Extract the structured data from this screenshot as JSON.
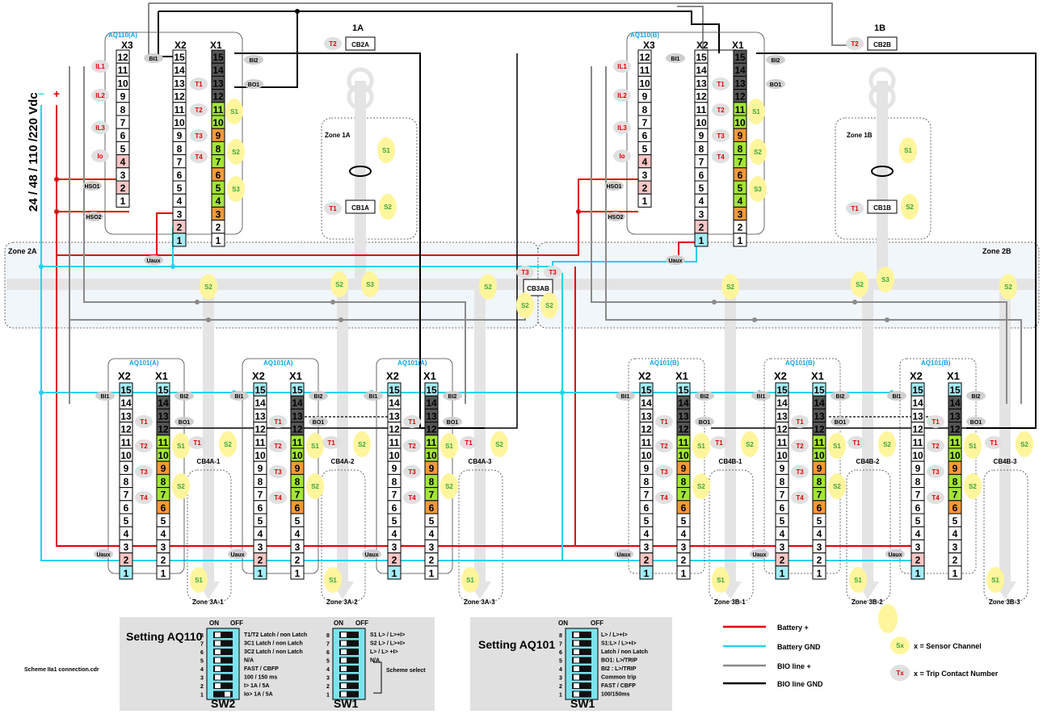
{
  "supply_label": "24 / 48 / 110 /220 Vdc",
  "supply_minus": "–",
  "supply_plus": "+",
  "scheme_filename": "Scheme IIa1 connection.cdr",
  "aq110": [
    {
      "title": "AQ110(A)",
      "breaker_top": "1A",
      "cb_top": "CB2A",
      "cb_mid": "CB1A",
      "zone": "Zone 1A"
    },
    {
      "title": "AQ110(B)",
      "breaker_top": "1B",
      "cb_top": "CB2B",
      "cb_mid": "CB1B",
      "zone": "Zone 1B"
    }
  ],
  "aq110_labels": {
    "x3": "X3",
    "x2": "X2",
    "x1": "X1",
    "il1": "IL1",
    "il2": "IL2",
    "il3": "IL3",
    "io": "Io",
    "hso1": "HSO1",
    "hso2": "HSO2",
    "bi1": "BI1",
    "bi2": "BI2",
    "bo1": "BO1",
    "t1": "T1",
    "t2": "T2",
    "t3": "T3",
    "t4": "T4",
    "s1": "S1",
    "s2": "S2",
    "s3": "S3",
    "uaux": "Uaux"
  },
  "zones": {
    "z2a": "Zone 2A",
    "z2b": "Zone 2B",
    "cb3": "CB3AB",
    "t3": "T3",
    "s2": "S2",
    "s3": "S3"
  },
  "aq101": [
    {
      "title": "AQ101(A)",
      "cb": "CB4A-1",
      "zone": "Zone 3A-1"
    },
    {
      "title": "AQ101(A)",
      "cb": "CB4A-2",
      "zone": "Zone 3A-2"
    },
    {
      "title": "AQ101(A)",
      "cb": "CB4A-3",
      "zone": "Zone 3A-3"
    },
    {
      "title": "AQ101(B)",
      "cb": "CB4B-1",
      "zone": "Zone 3B-1"
    },
    {
      "title": "AQ101(B)",
      "cb": "CB4B-2",
      "zone": "Zone 3B-2"
    },
    {
      "title": "AQ101(B)",
      "cb": "CB4B-3",
      "zone": "Zone 3B-3"
    }
  ],
  "terminal_numbers": [
    "15",
    "14",
    "13",
    "12",
    "11",
    "10",
    "9",
    "8",
    "7",
    "6",
    "5",
    "4",
    "3",
    "2",
    "1"
  ],
  "x3_numbers": [
    "12",
    "11",
    "10",
    "9",
    "8",
    "7",
    "6",
    "5",
    "4",
    "3",
    "2",
    "1"
  ],
  "settings_aq110": {
    "title": "Setting AQ110",
    "on": "ON",
    "off": "OFF",
    "sw2_label": "SW2",
    "sw1_label": "SW1",
    "sw2_items": [
      "T1/T2  Latch / non Latch",
      "3C1  Latch / non Latch",
      "3C2  Latch / non Latch",
      "N/A",
      "FAST / CBFP",
      "100 / 150 ms",
      "I>  1A / 5A",
      "Io>  1A / 5A"
    ],
    "sw1_items": [
      "S1  L> / L>+I>",
      "S2  L> / L>+I>",
      "L> / L> +I>",
      "N/A"
    ],
    "scheme_select": "Scheme select",
    "numbers": [
      "8",
      "7",
      "6",
      "5",
      "4",
      "3",
      "2",
      "1"
    ]
  },
  "settings_aq101": {
    "title": "Setting AQ101",
    "on": "ON",
    "off": "OFF",
    "sw_label": "SW1",
    "items": [
      "L> / L>+I>",
      "S1:L> / L>+I>",
      "Latch / non Latch",
      "BO1:  L>/TRIP",
      "BI2  :  L>/TRIP",
      "Common trip",
      "FAST / CBFP",
      "100/150ms"
    ],
    "numbers": [
      "8",
      "7",
      "6",
      "5",
      "4",
      "3",
      "2",
      "1"
    ]
  },
  "legend": {
    "battery_plus": "Battery +",
    "battery_gnd": "Battery GND",
    "bio_plus": "BIO line +",
    "bio_gnd": "BIO line GND",
    "sx": "Sx",
    "sensor": "x = Sensor Channel",
    "tx": "Tx",
    "trip": "x = Trip Contact Number"
  },
  "colors": {
    "battery_plus": "#e00000",
    "battery_gnd": "#22d3ee",
    "bio_plus": "#8a8a8a",
    "bio_gnd": "#000000",
    "title_cyan": "#0ea5e9",
    "terminal_green": "#a3e635",
    "terminal_orange": "#f29a3a",
    "terminal_dark": "#555555",
    "terminal_pink": "#f7c6c6",
    "terminal_cyan": "#a5eef7",
    "sensor_yellow": "#fff59d",
    "zone_gray": "#e4e4e4"
  }
}
